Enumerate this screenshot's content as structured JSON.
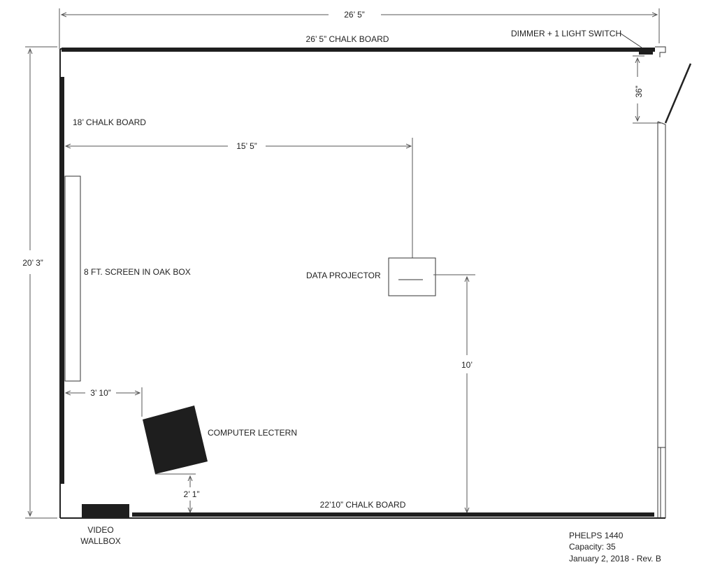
{
  "dimensions": {
    "top_width": "26’ 5”",
    "left_height": "20’ 3”",
    "board_to_projector": "15’ 5”",
    "door_offset": "36”",
    "projector_to_bottom": "10’",
    "screen_to_lectern": "3’ 10”",
    "lectern_to_bottom": "2’ 1”"
  },
  "labels": {
    "top_board": "26’ 5”  CHALK BOARD",
    "dimmer": "DIMMER + 1 LIGHT SWITCH",
    "left_board": "18’ CHALK BOARD",
    "screen": "8 FT. SCREEN IN OAK BOX",
    "projector": "DATA PROJECTOR",
    "lectern": "COMPUTER LECTERN",
    "bottom_board": "22’10”  CHALK BOARD",
    "video_line1": "VIDEO",
    "video_line2": "WALLBOX"
  },
  "room_info": {
    "name": "PHELPS 1440",
    "capacity": "Capacity: 35",
    "revision": "January 2, 2018 - Rev. B"
  },
  "colors": {
    "board": "#1e1e1e",
    "line": "#333333",
    "background": "#ffffff"
  }
}
